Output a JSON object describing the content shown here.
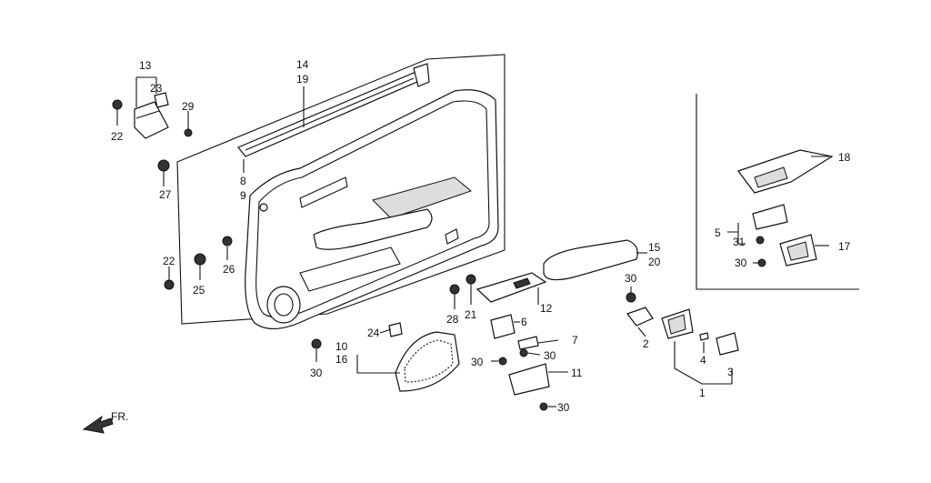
{
  "diagram": {
    "front_arrow_label": "FR.",
    "callouts": {
      "c13": "13",
      "c23": "23",
      "c22a": "22",
      "c29": "29",
      "c27": "27",
      "c14": "14",
      "c19": "19",
      "c8": "8",
      "c9": "9",
      "c22b": "22",
      "c25": "25",
      "c26": "26",
      "c28": "28",
      "c21": "21",
      "c12": "12",
      "c15": "15",
      "c20": "20",
      "c6": "6",
      "c7": "7",
      "c30a": "30",
      "c30b": "30",
      "c30c": "30",
      "c11": "11",
      "c24": "24",
      "c10": "10",
      "c16": "16",
      "c30d": "30",
      "c30e": "30",
      "c2": "2",
      "c4": "4",
      "c3": "3",
      "c1": "1",
      "c18": "18",
      "c5": "5",
      "c31": "31",
      "c17": "17",
      "c30f": "30"
    }
  }
}
